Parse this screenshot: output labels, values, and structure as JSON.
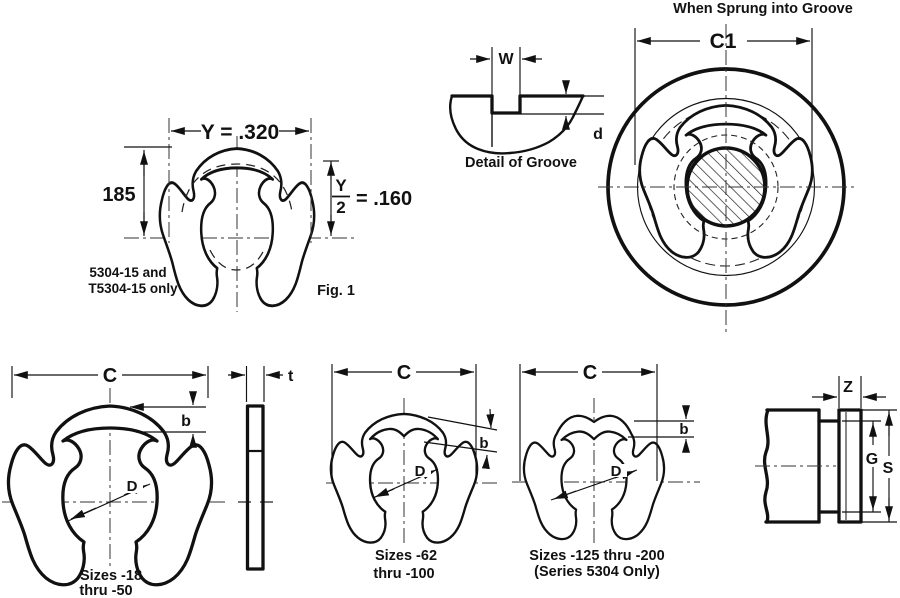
{
  "figures": {
    "fig1": {
      "dim_y": "Y = .320",
      "dim_height": "185",
      "frac_num": "Y",
      "frac_den": "2",
      "frac_eq": "= .160",
      "note1": "5304-15 and",
      "note2": "T5304-15 only",
      "caption": "Fig. 1"
    },
    "groove_detail": {
      "dim_w": "W",
      "dim_d": "d",
      "caption": "Detail of Groove"
    },
    "sprung": {
      "title": "When Sprung into Groove",
      "dim_c1": "C1"
    },
    "clip_small": {
      "dim_c": "C",
      "dim_b": "b",
      "dim_d": "D",
      "size1": "Sizes -18",
      "size2": "thru -50"
    },
    "thickness": {
      "dim_t": "t"
    },
    "clip_mid": {
      "dim_c": "C",
      "dim_b": "b",
      "dim_d": "D",
      "size1": "Sizes -62",
      "size2": "thru -100"
    },
    "clip_large": {
      "dim_c": "C",
      "dim_b": "b",
      "dim_d": "D",
      "size1": "Sizes -125 thru -200",
      "size2": "(Series 5304 Only)"
    },
    "shaft": {
      "dim_z": "Z",
      "dim_g": "G",
      "dim_s": "S"
    }
  },
  "colors": {
    "ink": "#111111",
    "background": "#ffffff"
  }
}
